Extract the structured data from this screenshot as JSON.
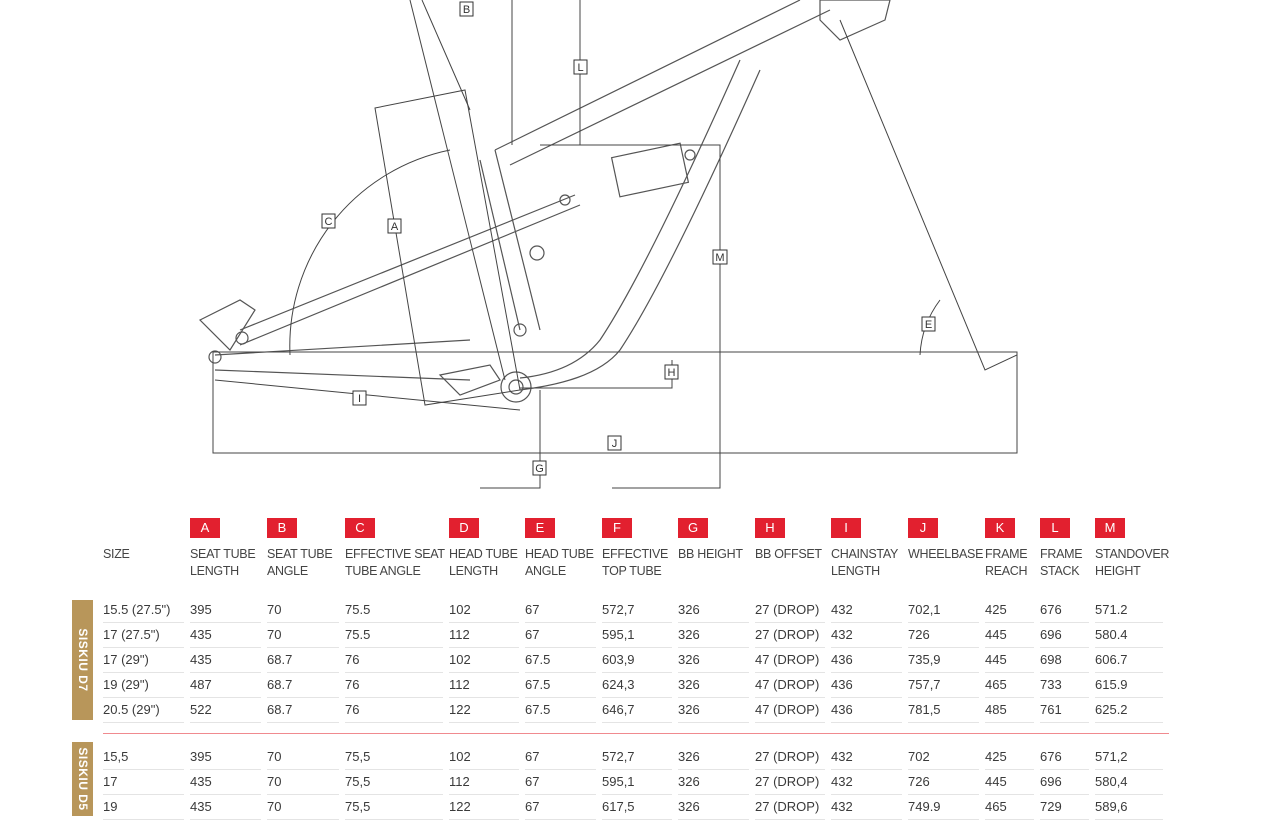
{
  "diagram": {
    "labels": [
      "A",
      "B",
      "C",
      "E",
      "G",
      "H",
      "I",
      "J",
      "L",
      "M"
    ]
  },
  "table": {
    "size_header": "SIZE",
    "columns": [
      {
        "letter": "A",
        "label": "SEAT TUBE LENGTH"
      },
      {
        "letter": "B",
        "label": "SEAT TUBE ANGLE"
      },
      {
        "letter": "C",
        "label": "EFFECTIVE SEAT TUBE ANGLE"
      },
      {
        "letter": "D",
        "label": "HEAD TUBE LENGTH"
      },
      {
        "letter": "E",
        "label": "HEAD TUBE ANGLE"
      },
      {
        "letter": "F",
        "label": "EFFECTIVE TOP TUBE"
      },
      {
        "letter": "G",
        "label": "BB HEIGHT"
      },
      {
        "letter": "H",
        "label": "BB OFFSET"
      },
      {
        "letter": "I",
        "label": "CHAINSTAY LENGTH"
      },
      {
        "letter": "J",
        "label": "WHEELBASE"
      },
      {
        "letter": "K",
        "label": "FRAME REACH"
      },
      {
        "letter": "L",
        "label": "FRAME STACK"
      },
      {
        "letter": "M",
        "label": "STANDOVER HEIGHT"
      }
    ],
    "groups": [
      {
        "name": "SISKIU D7",
        "rows": [
          [
            "15.5 (27.5\")",
            "395",
            "70",
            "75.5",
            "102",
            "67",
            "572,7",
            "326",
            "27 (DROP)",
            "432",
            "702,1",
            "425",
            "676",
            "571.2"
          ],
          [
            "17 (27.5\")",
            "435",
            "70",
            "75.5",
            "112",
            "67",
            "595,1",
            "326",
            "27 (DROP)",
            "432",
            "726",
            "445",
            "696",
            "580.4"
          ],
          [
            "17 (29\")",
            "435",
            "68.7",
            "76",
            "102",
            "67.5",
            "603,9",
            "326",
            "47 (DROP)",
            "436",
            "735,9",
            "445",
            "698",
            "606.7"
          ],
          [
            "19 (29\")",
            "487",
            "68.7",
            "76",
            "112",
            "67.5",
            "624,3",
            "326",
            "47 (DROP)",
            "436",
            "757,7",
            "465",
            "733",
            "615.9"
          ],
          [
            "20.5 (29\")",
            "522",
            "68.7",
            "76",
            "122",
            "67.5",
            "646,7",
            "326",
            "47 (DROP)",
            "436",
            "781,5",
            "485",
            "761",
            "625.2"
          ]
        ]
      },
      {
        "name": "SISKIU D5",
        "rows": [
          [
            "15,5",
            "395",
            "70",
            "75,5",
            "102",
            "67",
            "572,7",
            "326",
            "27 (DROP)",
            "432",
            "702",
            "425",
            "676",
            "571,2"
          ],
          [
            "17",
            "435",
            "70",
            "75,5",
            "112",
            "67",
            "595,1",
            "326",
            "27 (DROP)",
            "432",
            "726",
            "445",
            "696",
            "580,4"
          ],
          [
            "19",
            "435",
            "70",
            "75,5",
            "122",
            "67",
            "617,5",
            "326",
            "27 (DROP)",
            "432",
            "749.9",
            "465",
            "729",
            "589,6"
          ]
        ]
      }
    ]
  },
  "colors": {
    "accent": "#e2202f",
    "group": "#b8965a"
  }
}
